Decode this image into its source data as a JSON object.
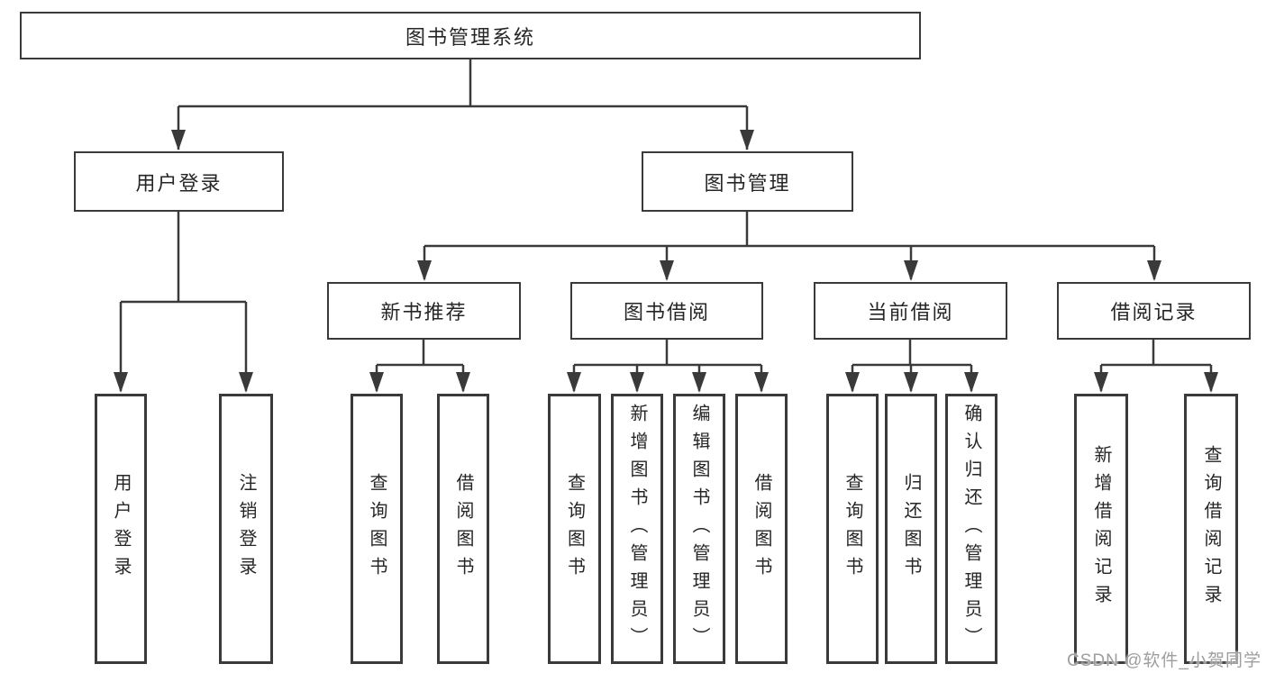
{
  "diagram": {
    "root": "图书管理系统",
    "level1": {
      "user_login": "用户登录",
      "book_management": "图书管理"
    },
    "level2": {
      "new_books": "新书推荐",
      "book_borrow": "图书借阅",
      "current_borrow": "当前借阅",
      "borrow_records": "借阅记录"
    },
    "leaves": {
      "user": [
        "用户登录",
        "注销登录"
      ],
      "new_books": [
        "查询图书",
        "借阅图书"
      ],
      "book_borrow": [
        "查询图书",
        "新增图书（管理员）",
        "编辑图书（管理员）",
        "借阅图书"
      ],
      "current_borrow": [
        "查询图书",
        "归还图书",
        "确认归还（管理员）"
      ],
      "borrow_records": [
        "新增借阅记录",
        "查询借阅记录"
      ]
    }
  },
  "watermark": "CSDN @软件_小贺同学",
  "colors": {
    "line": "#3a3a3a",
    "box_border": "#3a3a3a",
    "text": "#262626",
    "watermark": "#9e9e9e",
    "background": "#ffffff"
  }
}
